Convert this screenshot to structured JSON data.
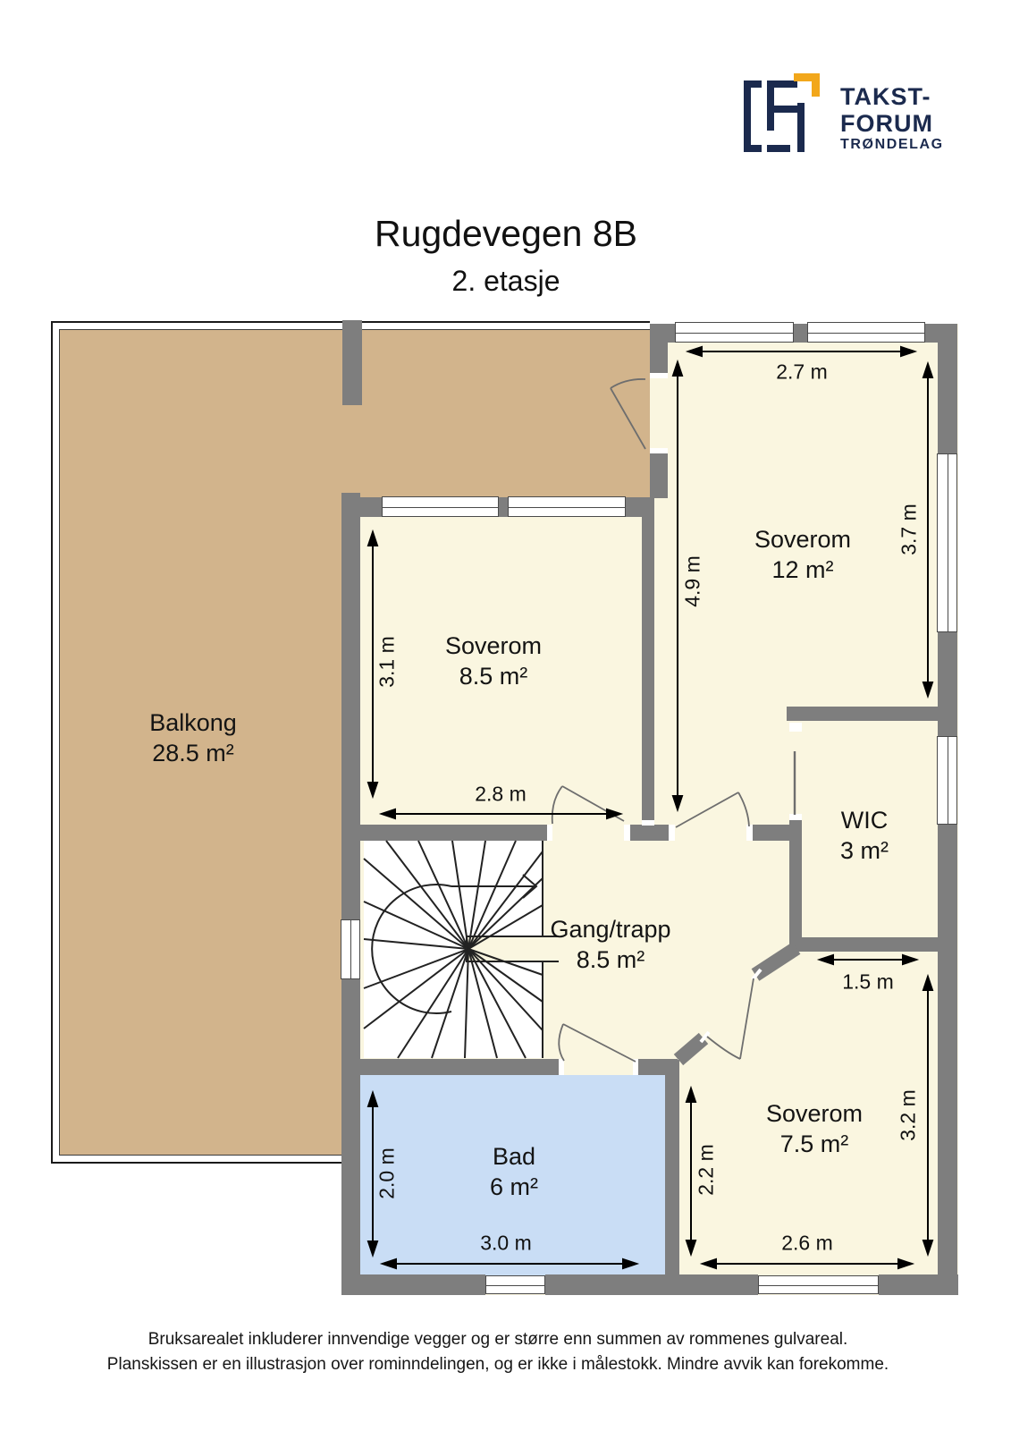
{
  "logo": {
    "line1": "TAKST-",
    "line2": "FORUM",
    "line3": "TRØNDELAG",
    "icon": "takstforum-floorplan-monogram",
    "navy": "#1B2A4E",
    "gold": "#F2A71B"
  },
  "header": {
    "title": "Rugdevegen 8B",
    "subtitle": "2. etasje"
  },
  "rooms": {
    "balkong": {
      "name": "Balkong",
      "area": "28.5 m²"
    },
    "soverom85": {
      "name": "Soverom",
      "area": "8.5 m²"
    },
    "soverom12": {
      "name": "Soverom",
      "area": "12 m²"
    },
    "wic": {
      "name": "WIC",
      "area": "3 m²"
    },
    "gang": {
      "name": "Gang/trapp",
      "area": "8.5 m²"
    },
    "bad": {
      "name": "Bad",
      "area": "6 m²"
    },
    "soverom75": {
      "name": "Soverom",
      "area": "7.5 m²"
    }
  },
  "dimensions": {
    "sov12_width": "2.7 m",
    "sov12_depth": "4.9 m",
    "sov12_right": "3.7 m",
    "sov85_depth": "3.1 m",
    "sov85_width": "2.8 m",
    "wic_width": "1.5 m",
    "sov75_right": "3.2 m",
    "sov75_depth": "2.2 m",
    "sov75_width": "2.6 m",
    "bad_depth": "2.0 m",
    "bad_width": "3.0 m"
  },
  "footer": {
    "line1": "Bruksarealet inkluderer innvendige vegger og er større enn summen av rommenes gulvareal.",
    "line2": "Planskissen er en illustrasjon over rominndelingen, og er ikke i målestokk. Mindre avvik kan forekomme."
  },
  "colors": {
    "wall": "#7E7E7E",
    "floor": "#FAF6E0",
    "balcony": "#D2B48C",
    "bath": "#C9DDF5",
    "stairs": "#FFFFFF"
  }
}
